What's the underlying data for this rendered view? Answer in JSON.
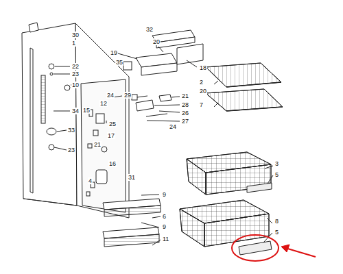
{
  "diagram": {
    "labels": [
      "30",
      "1",
      "32",
      "20",
      "22",
      "23",
      "19",
      "35",
      "18",
      "10",
      "2",
      "20",
      "24",
      "12",
      "7",
      "15",
      "29",
      "21",
      "28",
      "26",
      "27",
      "24",
      "34",
      "25",
      "33",
      "17",
      "21",
      "23",
      "16",
      "31",
      "4",
      "9",
      "6",
      "9",
      "11",
      "3",
      "5",
      "8",
      "5"
    ]
  }
}
